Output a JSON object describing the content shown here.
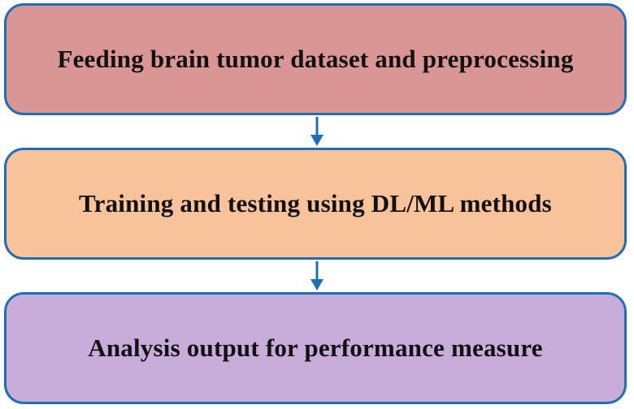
{
  "colors": {
    "border": "#1f6fb8",
    "arrow": "#1f6fb8",
    "step1_fill": "#d99694",
    "step2_fill": "#f8c29a",
    "step3_fill": "#c8addb"
  },
  "steps": [
    {
      "label": "Feeding brain tumor dataset and preprocessing"
    },
    {
      "label": "Training and testing using DL/ML methods"
    },
    {
      "label": "Analysis output for performance measure"
    }
  ]
}
